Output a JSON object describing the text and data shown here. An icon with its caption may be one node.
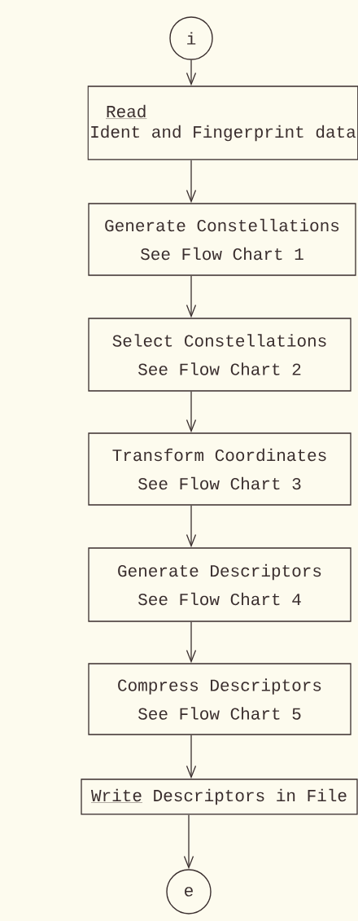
{
  "diagram": {
    "nodes": [
      {
        "text": [
          "i"
        ]
      },
      {
        "text": [
          "Read",
          "Ident and Fingerprint data"
        ]
      },
      {
        "text": [
          "Generate Constellations",
          "See Flow Chart 1"
        ]
      },
      {
        "text": [
          "Select Constellations",
          "See Flow Chart 2"
        ]
      },
      {
        "text": [
          "Transform Coordinates",
          "See Flow Chart 3"
        ]
      },
      {
        "text": [
          "Generate Descriptors",
          "See Flow Chart 4"
        ]
      },
      {
        "text": [
          "Compress Descriptors",
          "See Flow Chart 5"
        ]
      },
      {
        "text": [
          "Write",
          "Descriptors in File"
        ]
      },
      {
        "text": [
          "e"
        ]
      }
    ],
    "edges": [
      {
        "from": 0,
        "to": 1,
        "arrow": "to"
      },
      {
        "from": 1,
        "to": 2,
        "arrow": "to"
      },
      {
        "from": 2,
        "to": 3,
        "arrow": "to"
      },
      {
        "from": 3,
        "to": 4,
        "arrow": "to"
      },
      {
        "from": 4,
        "to": 5,
        "arrow": "to"
      },
      {
        "from": 5,
        "to": 6,
        "arrow": "to"
      },
      {
        "from": 6,
        "to": 7,
        "arrow": "to"
      },
      {
        "from": 7,
        "to": 8,
        "arrow": "to"
      }
    ]
  }
}
